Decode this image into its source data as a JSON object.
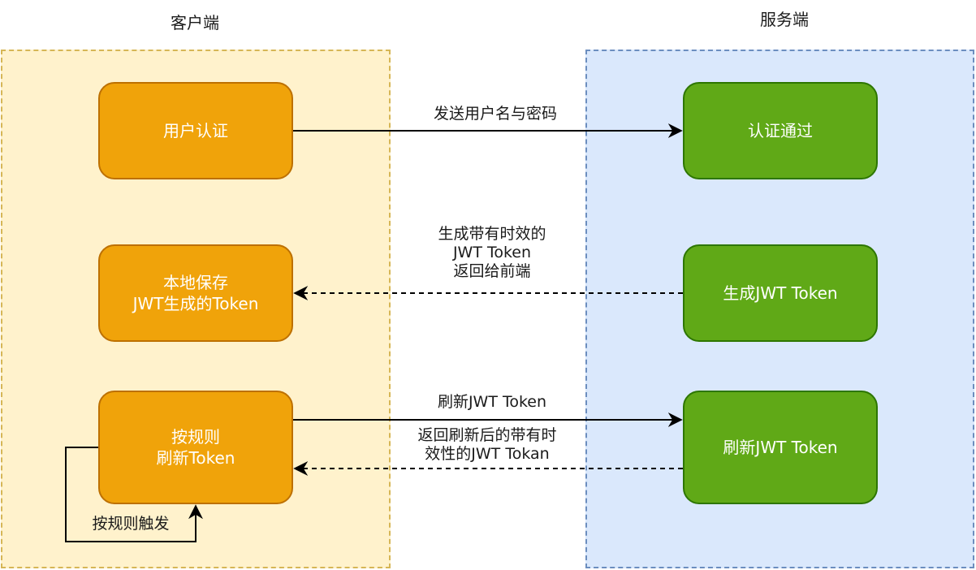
{
  "titles": {
    "client": "客户端",
    "server": "服务端"
  },
  "colors": {
    "client_fill": "#fff2cc",
    "client_border": "#d6b656",
    "server_fill": "#dae8fc",
    "server_border": "#6c8ebf",
    "orange_fill": "#f0a30a",
    "orange_border": "#bd7000",
    "green_fill": "#60a917",
    "green_border": "#2d7600"
  },
  "client_nodes": [
    {
      "label": "用户认证"
    },
    {
      "label": "本地保存\nJWT生成的Token"
    },
    {
      "label": "按规则\n刷新Token"
    }
  ],
  "server_nodes": [
    {
      "label": "认证通过"
    },
    {
      "label": "生成JWT Token"
    },
    {
      "label": "刷新JWT Token"
    }
  ],
  "edges": [
    {
      "from": "用户认证",
      "to": "认证通过",
      "style": "solid",
      "label": "发送用户名与密码"
    },
    {
      "from": "生成JWT Token",
      "to": "本地保存\nJWT生成的Token",
      "style": "dashed",
      "label": "生成带有时效的\nJWT Token\n返回给前端"
    },
    {
      "from": "按规则\n刷新Token",
      "to": "刷新JWT Token",
      "style": "solid",
      "label": "刷新JWT Token"
    },
    {
      "from": "刷新JWT Token",
      "to": "按规则\n刷新Token",
      "style": "dashed",
      "label": "返回刷新后的带有时\n效性的JWT Tokan"
    },
    {
      "from": "按规则\n刷新Token",
      "to": "按规则\n刷新Token",
      "style": "solid",
      "label": "按规则触发"
    }
  ]
}
